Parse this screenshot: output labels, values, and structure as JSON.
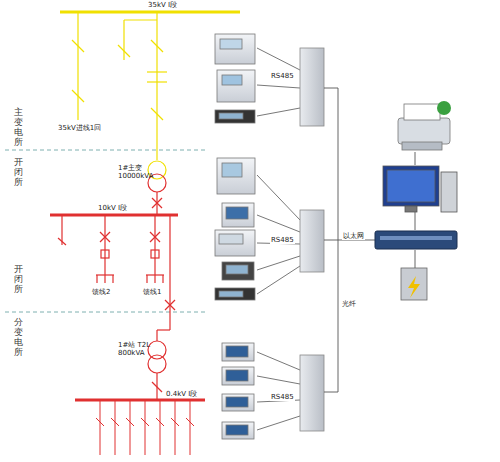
{
  "diagram": {
    "labels": [
      "35kV I段",
      "35kV进线1回",
      "主变电所",
      "1#主变 10000kVA",
      "开闭所",
      "10kV I段",
      "馈线2",
      "馈线1",
      "开闭所",
      "分变电所",
      "1#站 T2L 800kVA",
      "0.4kV I段",
      "RS485",
      "RS485",
      "RS485",
      "以太网",
      "光纤"
    ]
  }
}
